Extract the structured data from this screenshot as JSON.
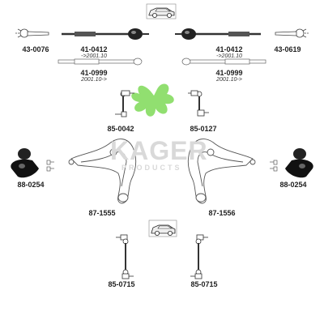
{
  "watermark": {
    "brand": "KAGER",
    "tagline": "PRODUCTS"
  },
  "parts": [
    {
      "number": "43-0076"
    },
    {
      "number": "41-0412",
      "note": "->2001.10"
    },
    {
      "number": "41-0412",
      "note": "->2001.10"
    },
    {
      "number": "43-0619"
    },
    {
      "number": "41-0999",
      "note": "2001.10->"
    },
    {
      "number": "41-0999",
      "note": "2001.10->"
    },
    {
      "number": "85-0042"
    },
    {
      "number": "85-0127"
    },
    {
      "number": "88-0254"
    },
    {
      "number": "88-0254"
    },
    {
      "number": "87-1555"
    },
    {
      "number": "87-1556"
    },
    {
      "number": "85-0715"
    },
    {
      "number": "85-0715"
    }
  ],
  "colors": {
    "outline": "#444444",
    "watermark": "#d9d9d9",
    "leaf": "#7ed957",
    "dark": "#222222"
  }
}
